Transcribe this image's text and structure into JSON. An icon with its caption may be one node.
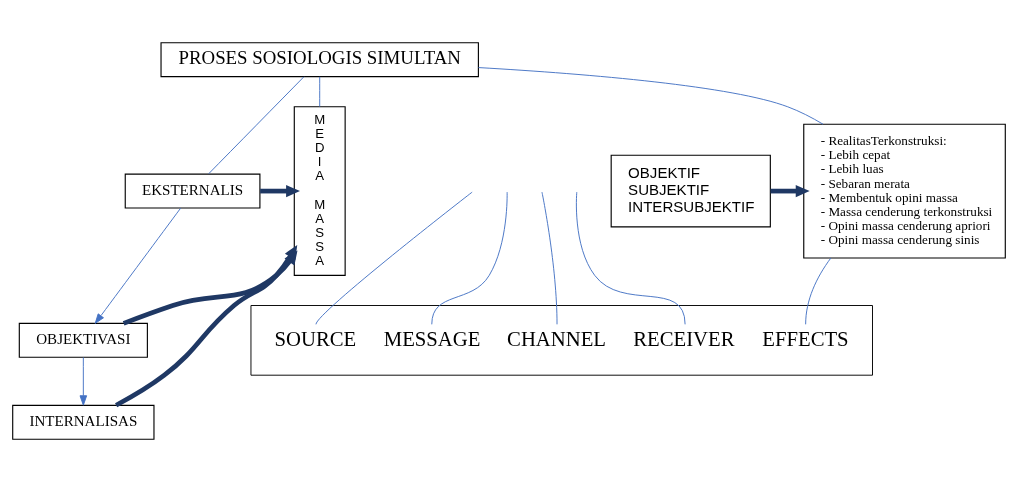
{
  "diagram": {
    "nodes": [
      {
        "text": [
          "PROSES SOSIOLOGIS SIMULTAN"
        ]
      },
      {
        "text": [
          "EKSTERNALIS"
        ]
      },
      {
        "text": [
          "MEDIA MASSA"
        ]
      },
      {
        "text": [
          "OBJEKTIVASI"
        ]
      },
      {
        "text": [
          "INTERNALISAS"
        ]
      },
      {
        "text": [
          "OBJEKTIF",
          "SUBJEKTIF",
          "INTERSUBJEKTIF"
        ]
      },
      {
        "text": [
          "- RealitasTerkonstruksi:",
          "- Lebih cepat",
          "- Lebih luas",
          "- Sebaran merata",
          "- Membentuk opini massa",
          "- Massa cenderung terkonstruksi",
          "- Opini massa cenderung apriori",
          "- Opini massa cenderung sinis"
        ]
      },
      {
        "text": [
          "SOURCE",
          "MESSAGE",
          "CHANNEL",
          "RECEIVER",
          "EFFECTS"
        ]
      }
    ],
    "edges": [
      {
        "from": 0,
        "to": 1,
        "arrow": "none"
      },
      {
        "from": 0,
        "to": 2,
        "arrow": "none"
      },
      {
        "from": 0,
        "to": 6,
        "arrow": "none"
      },
      {
        "from": 1,
        "to": 2,
        "arrow": "to",
        "style": "thick",
        "color": "#1f3864"
      },
      {
        "from": 3,
        "to": 2,
        "arrow": "to",
        "style": "thick",
        "color": "#1f3864"
      },
      {
        "from": 4,
        "to": 2,
        "arrow": "to",
        "style": "thick",
        "color": "#1f3864"
      },
      {
        "from": 5,
        "to": 6,
        "arrow": "to",
        "style": "thick",
        "color": "#1f3864"
      },
      {
        "from": 1,
        "to": 3,
        "arrow": "to"
      },
      {
        "from": 3,
        "to": 4,
        "arrow": "to"
      },
      {
        "from": 7,
        "to": null,
        "arrow": "none"
      },
      {
        "from": 7,
        "to": null,
        "arrow": "none"
      },
      {
        "from": 7,
        "to": null,
        "arrow": "none"
      },
      {
        "from": 7,
        "to": null,
        "arrow": "none"
      },
      {
        "from": 6,
        "to": 7,
        "arrow": "none"
      }
    ]
  }
}
